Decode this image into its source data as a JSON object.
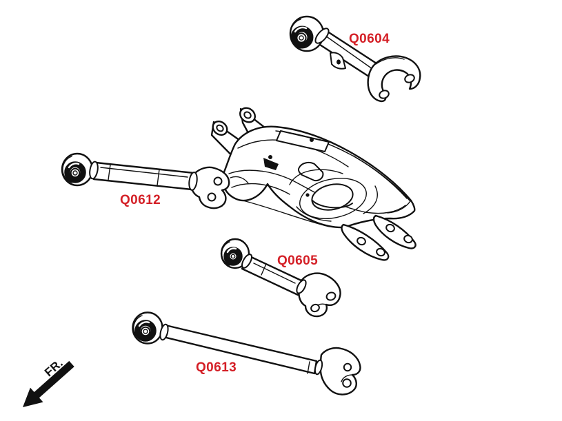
{
  "diagram": {
    "background_color": "#ffffff",
    "line_color": "#111111",
    "label_color": "#d41f26",
    "labels": {
      "q0604": "Q0604",
      "q0612": "Q0612",
      "q0605": "Q0605",
      "q0613": "Q0613"
    },
    "front_indicator": {
      "label": "FR."
    }
  }
}
